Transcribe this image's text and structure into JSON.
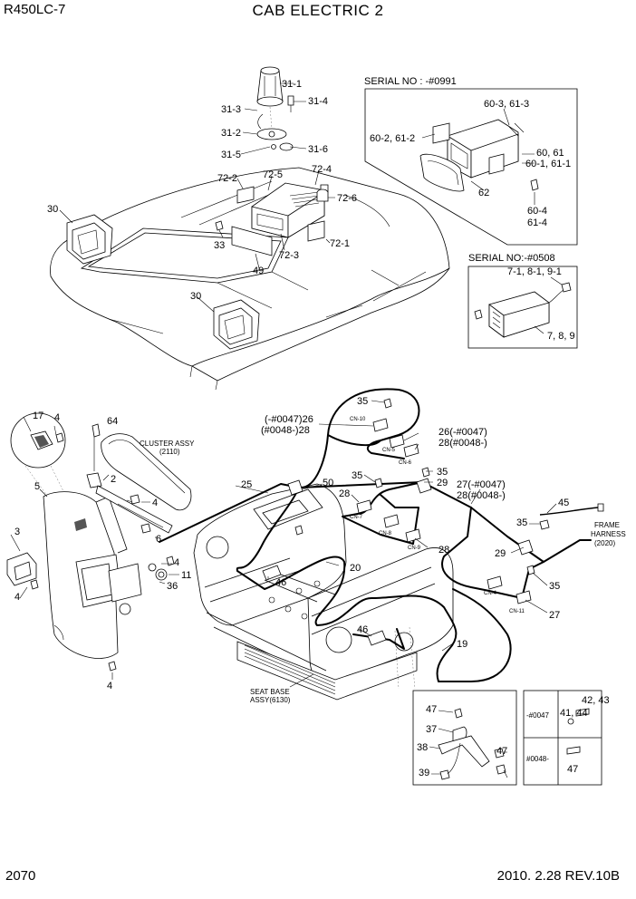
{
  "header": {
    "model": "R450LC-7",
    "title": "CAB ELECTRIC 2"
  },
  "footer": {
    "page": "2070",
    "revision": "2010. 2.28  REV.10B"
  },
  "boxes": {
    "serial_top": {
      "title": "SERIAL NO : -#0991"
    },
    "serial_mid": {
      "title": "SERIAL NO:-#0508"
    },
    "variant": {
      "early": "-#0047",
      "late": "#0048-"
    }
  },
  "assemblies": {
    "cluster": [
      "CLUSTER ASSY",
      "(2110)"
    ],
    "seat_base": [
      "SEAT BASE",
      "ASSY(6130)"
    ],
    "frame_harness": [
      "FRAME",
      "HARNESS",
      "(2020)"
    ]
  },
  "connectors": [
    "CN-10",
    "CN-5",
    "CN-6",
    "CN-7",
    "CN-8",
    "CN-9",
    "CN-4",
    "CN-11"
  ],
  "callouts": {
    "c31_1": "31-1",
    "c31_4": "31-4",
    "c31_3": "31-3",
    "c31_2": "31-2",
    "c31_5": "31-5",
    "c31_6": "31-6",
    "c72_4": "72-4",
    "c72_2": "72-2",
    "c72_5": "72-5",
    "c72_6": "72-6",
    "c72_1": "72-1",
    "c72_3": "72-3",
    "c30a": "30",
    "c30b": "30",
    "c33": "33",
    "c49": "49",
    "c60_3": "60-3, 61-3",
    "c60_2": "60-2, 61-2",
    "c60_6": "60, 61",
    "c60_1": "60-1, 61-1",
    "c62": "62",
    "c60_4": "60-4",
    "c61_4": "61-4",
    "c7_1": "7-1, 8-1, 9-1",
    "c789": "7, 8, 9",
    "c17": "17",
    "c4a": "4",
    "c64": "64",
    "c2": "2",
    "c5": "5",
    "c4b": "4",
    "c3": "3",
    "c6": "6",
    "c4c": "4",
    "c11": "11",
    "c36": "36",
    "c4d": "4",
    "c4e": "4",
    "c35a": "35",
    "c26a": "(-#0047)26",
    "c28a": "(#0048-)28",
    "c26b": "26(-#0047)",
    "c28b": "28(#0048-)",
    "c25": "25",
    "c50": "50",
    "c35b": "35",
    "c28c": "28",
    "c35c": "35",
    "c29a": "29",
    "c27a": "27(-#0047)",
    "c28d": "28(#0048-)",
    "c45": "45",
    "c35d": "35",
    "c29b": "29",
    "c28e": "28",
    "c20": "20",
    "c46a": "46",
    "c35e": "35",
    "c27b": "27",
    "c46b": "46",
    "c19": "19",
    "c47a": "47",
    "c37": "37",
    "c38": "38",
    "c47b": "47",
    "c39": "39",
    "c42_43": "42, 43",
    "c41_44": "41, 44",
    "c47c": "47"
  }
}
